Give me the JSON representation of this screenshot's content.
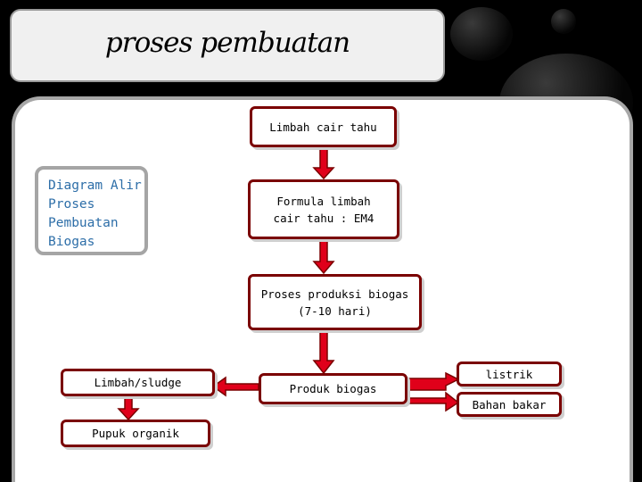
{
  "title": "proses pembuatan",
  "side_label": "Diagram Alir Proses Pembuatan Biogas",
  "nodes": {
    "limbah_cair": "Limbah cair tahu",
    "formula": "Formula limbah cair tahu : EM4",
    "proses": "Proses produksi biogas (7-10 hari)",
    "produk": "Produk biogas",
    "sludge": "Limbah/sludge",
    "pupuk": "Pupuk organik",
    "listrik": "listrik",
    "bahan_bakar": "Bahan bakar"
  },
  "colors": {
    "arrow_fill": "#e0001a",
    "arrow_stroke": "#7a0000",
    "node_border": "#7a0000",
    "side_text": "#2d6ea8"
  }
}
